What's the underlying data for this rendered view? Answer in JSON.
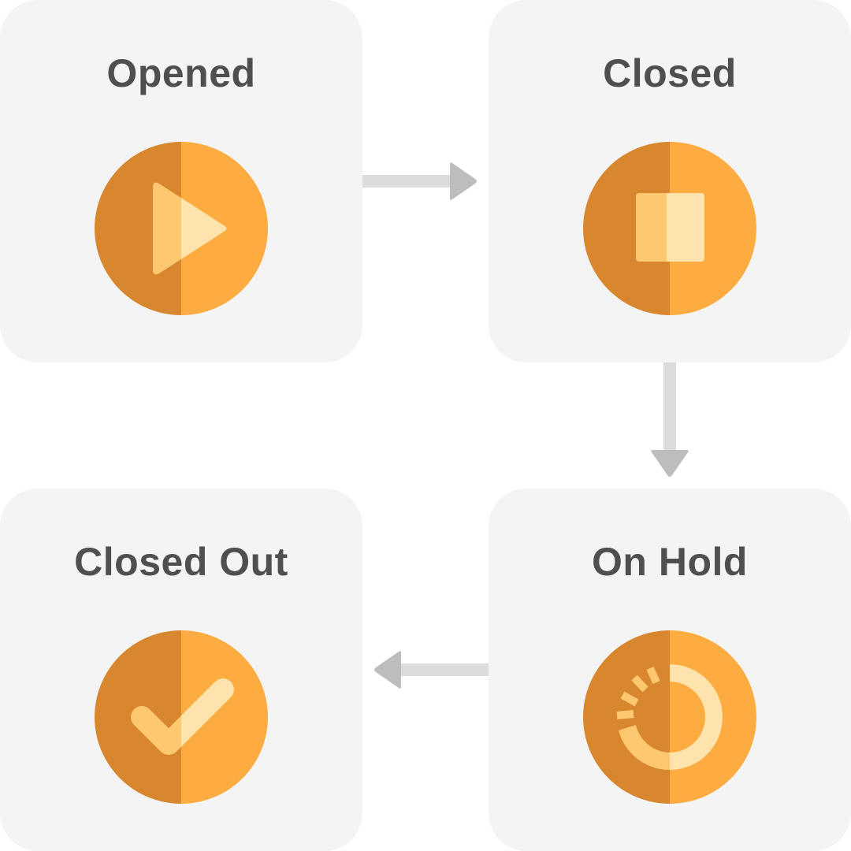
{
  "colors": {
    "card_bg": "#f4f4f4",
    "title_text": "#4f4f4f",
    "circle_dark": "#d8872e",
    "circle_light": "#fdac42",
    "glyph_dark": "#fec871",
    "glyph_light": "#fee3ad",
    "arrow_line": "#dcdcdc",
    "arrow_head": "#bdbdbd"
  },
  "states": {
    "opened": {
      "label": "Opened",
      "icon": "play-icon"
    },
    "closed": {
      "label": "Closed",
      "icon": "stop-icon"
    },
    "on_hold": {
      "label": "On Hold",
      "icon": "loading-spinner-icon"
    },
    "closed_out": {
      "label": "Closed Out",
      "icon": "checkmark-icon"
    }
  },
  "transitions": [
    {
      "from": "Opened",
      "to": "Closed"
    },
    {
      "from": "Closed",
      "to": "On Hold"
    },
    {
      "from": "On Hold",
      "to": "Closed Out"
    }
  ]
}
